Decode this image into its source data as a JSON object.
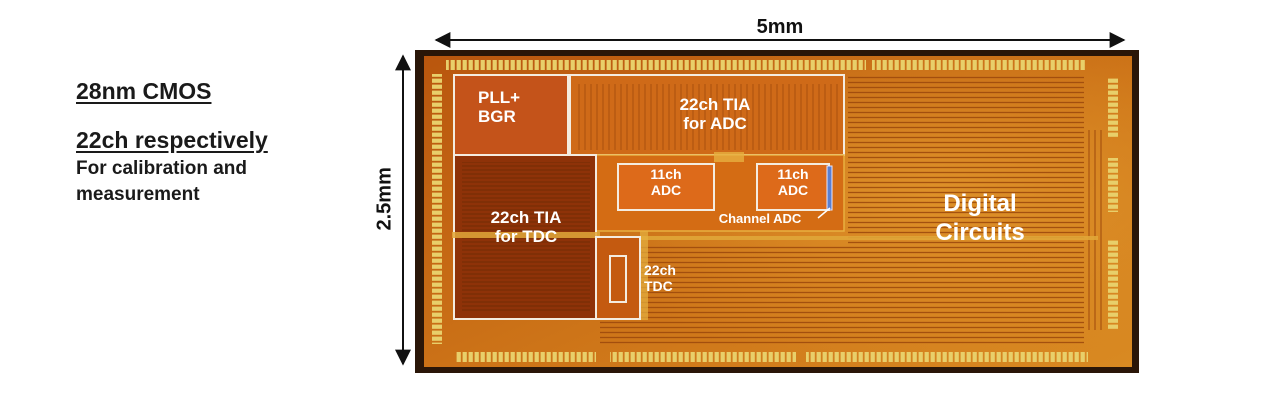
{
  "info": {
    "process": "28nm CMOS",
    "channels": "22ch respectively",
    "purpose_line1": "For calibration and",
    "purpose_line2": "measurement"
  },
  "dimensions": {
    "width": "5mm",
    "height": "2.5mm"
  },
  "blocks": {
    "pll": {
      "line1": "PLL+",
      "line2": "BGR"
    },
    "tia_adc": {
      "line1": "22ch TIA",
      "line2": "for ADC"
    },
    "adc_left": {
      "line1": "11ch",
      "line2": "ADC"
    },
    "adc_right": {
      "line1": "11ch",
      "line2": "ADC"
    },
    "channel_adc": "Channel ADC",
    "tia_tdc": {
      "line1": "22ch TIA",
      "line2": "for TDC"
    },
    "tdc": {
      "line1": "22ch",
      "line2": "TDC"
    },
    "digital": {
      "line1": "Digital",
      "line2": "Circuits"
    }
  },
  "colors": {
    "die_dark": "#8a3a08",
    "die_mid": "#c96a12",
    "die_light": "#e0a030",
    "pad_gold": "#e8cf6a",
    "block_outline": "#f4ece0"
  }
}
